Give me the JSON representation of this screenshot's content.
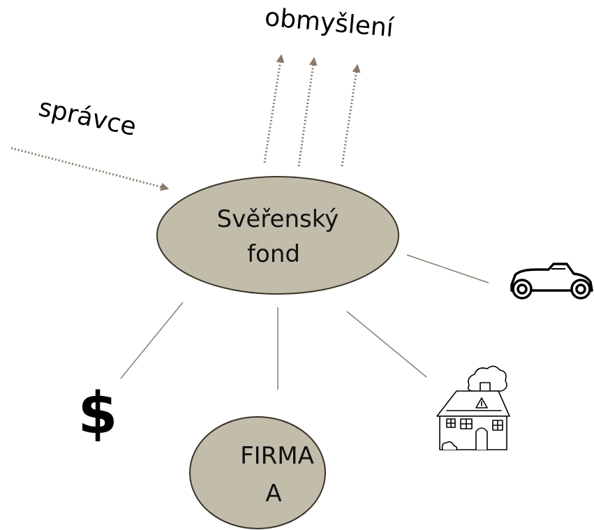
{
  "labels": {
    "beneficiaries": "obmyšlení",
    "trustee": "správce"
  },
  "nodes": {
    "trust_fund": {
      "line1": "Svěřenský",
      "line2": "fond"
    },
    "company": {
      "line1": "FIRMA",
      "line2": "A"
    }
  },
  "assets": {
    "money_symbol": "$",
    "car_icon": "car-icon",
    "house_icon": "house-icon"
  },
  "colors": {
    "node_fill": "#c2bcaa",
    "node_stroke": "#3a3428",
    "arrow": "#8c7a68",
    "line": "#8a7c70"
  }
}
